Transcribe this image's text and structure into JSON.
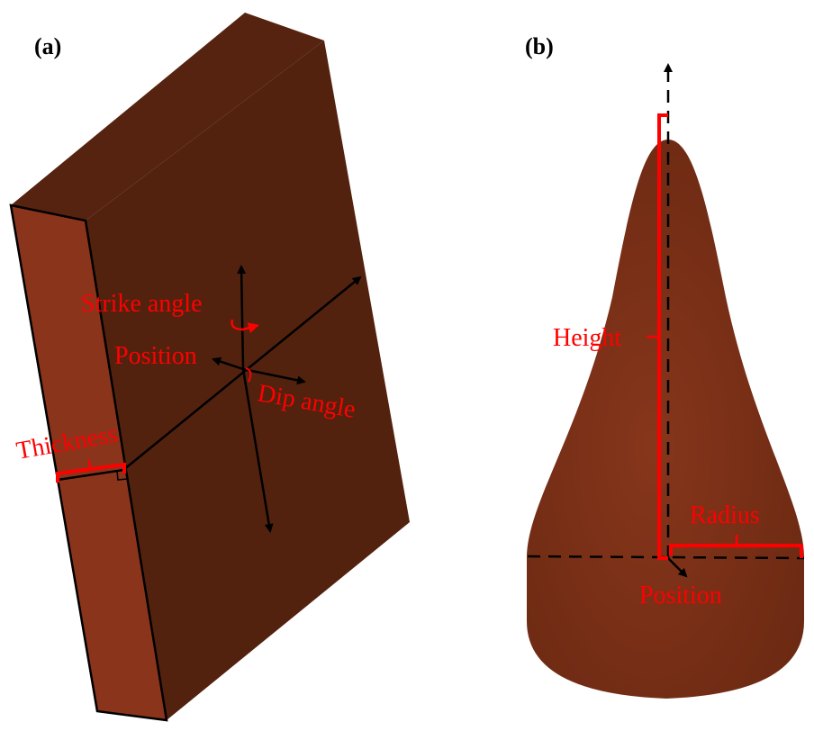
{
  "panels": {
    "a": {
      "tag": "(a)",
      "shape": "tabular slab",
      "labels": {
        "strike": "Strike angle",
        "position": "Position",
        "dip": "Dip angle",
        "thickness": "Thickness"
      }
    },
    "b": {
      "tag": "(b)",
      "shape": "cone",
      "labels": {
        "height": "Height",
        "radius": "Radius",
        "position": "Position"
      }
    }
  },
  "colors": {
    "face_dark": "#52220f",
    "face_side": "#8a341c",
    "cone": "#7a2f18",
    "annotation": "#ff0000"
  }
}
